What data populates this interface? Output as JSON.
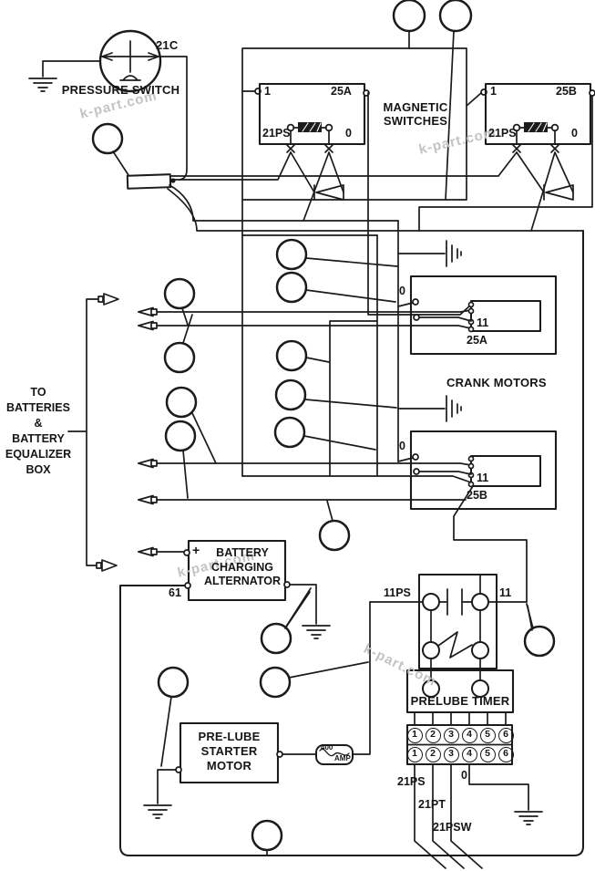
{
  "watermark": "k-part.com",
  "top": {
    "tag_21c": "21C",
    "pressure_switch": "PRESSURE SWITCH"
  },
  "magnetic_switches": {
    "title1": "MAGNETIC",
    "title2": "SWITCHES",
    "left": {
      "one": "1",
      "out": "25A",
      "coil_a": "21PS",
      "coil_b": "0"
    },
    "right": {
      "one": "1",
      "out": "25B",
      "coil_a": "21PS",
      "coil_b": "0"
    }
  },
  "battery_note": {
    "l1": "TO",
    "l2": "BATTERIES",
    "l3": "&",
    "l4": "BATTERY",
    "l5": "EQUALIZER",
    "l6": "BOX"
  },
  "crank": {
    "title": "CRANK MOTORS",
    "a": {
      "zero": "0",
      "eleven": "11",
      "name": "25A"
    },
    "b": {
      "zero": "0",
      "eleven": "11",
      "name": "25B"
    }
  },
  "alternator": {
    "plus": "+",
    "l1": "BATTERY",
    "l2": "CHARGING",
    "l3": "ALTERNATOR",
    "term": "61"
  },
  "timer": {
    "label": "PRELUBE TIMER",
    "left_term": "11PS",
    "right_term": "11"
  },
  "starter": {
    "l1": "PRE-LUBE",
    "l2": "STARTER",
    "l3": "MOTOR"
  },
  "fuse": {
    "amps": "400",
    "unit": "AMP"
  },
  "strip": {
    "row1": [
      "1",
      "2",
      "3",
      "4",
      "5",
      "6"
    ],
    "row2": [
      "1",
      "2",
      "3",
      "4",
      "5",
      "6"
    ]
  },
  "wires": {
    "w1": "21PS",
    "w2": "21PT",
    "w3": "21PSW",
    "w4": "0"
  }
}
